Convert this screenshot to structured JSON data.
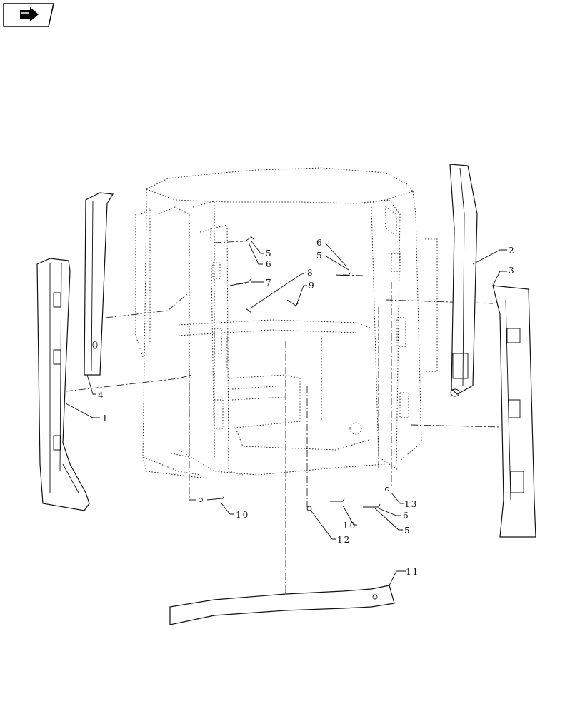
{
  "nav": {
    "icon": "page-arrow-icon"
  },
  "callouts": {
    "c1": "1",
    "c2": "2",
    "c3": "3",
    "c4": "4",
    "c5a": "5",
    "c5b": "5",
    "c5c": "5",
    "c6a": "6",
    "c6b": "6",
    "c6c": "6",
    "c7": "7",
    "c8": "8",
    "c9": "9",
    "c10a": "10",
    "c10b": "10",
    "c11": "11",
    "c12": "12",
    "c13": "13"
  }
}
